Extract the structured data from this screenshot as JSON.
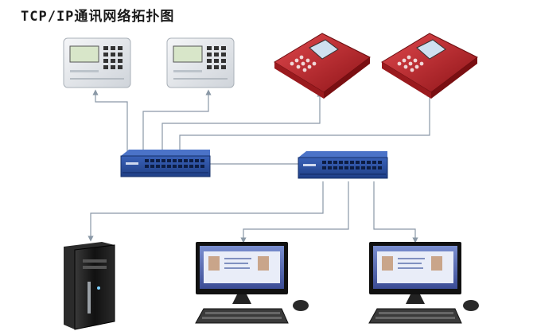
{
  "diagram": {
    "title": "TCP/IP通讯网络拓扑图",
    "nodes": [
      {
        "id": "terminal-1",
        "kind": "wall-terminal"
      },
      {
        "id": "terminal-2",
        "kind": "wall-terminal"
      },
      {
        "id": "card-reader-1",
        "kind": "desktop-card-reader"
      },
      {
        "id": "card-reader-2",
        "kind": "desktop-card-reader"
      },
      {
        "id": "switch-1",
        "kind": "network-switch"
      },
      {
        "id": "switch-2",
        "kind": "network-switch"
      },
      {
        "id": "server",
        "kind": "server-tower"
      },
      {
        "id": "workstation-1",
        "kind": "desktop-computer"
      },
      {
        "id": "workstation-2",
        "kind": "desktop-computer"
      }
    ],
    "edges": [
      [
        "terminal-1",
        "switch-1"
      ],
      [
        "terminal-2",
        "switch-1"
      ],
      [
        "card-reader-1",
        "switch-1"
      ],
      [
        "card-reader-2",
        "switch-1"
      ],
      [
        "switch-1",
        "switch-2"
      ],
      [
        "switch-2",
        "server"
      ],
      [
        "switch-2",
        "workstation-1"
      ],
      [
        "switch-2",
        "workstation-2"
      ]
    ]
  },
  "colors": {
    "line": "#8a98a6",
    "switch_body": "#2a4f9e",
    "reader_body": "#c0272d",
    "terminal_body": "#e6e9ec",
    "screen_blue": "#5a6fb3",
    "tower": "#1c1c1c"
  }
}
